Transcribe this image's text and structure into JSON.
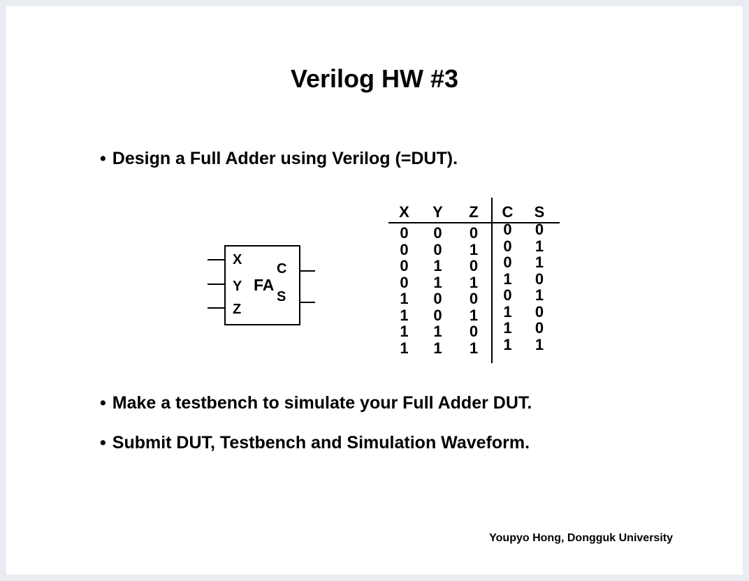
{
  "title": "Verilog HW #3",
  "bullet_marker": "•",
  "bullets": [
    "Design a Full Adder using Verilog (=DUT).",
    "Make a testbench to simulate your Full Adder DUT.",
    "Submit DUT, Testbench and Simulation Waveform."
  ],
  "diagram": {
    "block_label": "FA",
    "input_pins": [
      "X",
      "Y",
      "Z"
    ],
    "output_pins": [
      "C",
      "S"
    ]
  },
  "truth_table": {
    "headers": [
      "X",
      "Y",
      "Z",
      "C",
      "S"
    ],
    "rows": [
      [
        "0",
        "0",
        "0",
        "0",
        "0"
      ],
      [
        "0",
        "0",
        "1",
        "0",
        "1"
      ],
      [
        "0",
        "1",
        "0",
        "0",
        "1"
      ],
      [
        "0",
        "1",
        "1",
        "1",
        "0"
      ],
      [
        "1",
        "0",
        "0",
        "0",
        "1"
      ],
      [
        "1",
        "0",
        "1",
        "1",
        "0"
      ],
      [
        "1",
        "1",
        "0",
        "1",
        "0"
      ],
      [
        "1",
        "1",
        "1",
        "1",
        "1"
      ]
    ]
  },
  "footer": "Youpyo Hong, Dongguk University",
  "colors": {
    "page_background": "#ffffff",
    "canvas_background": "#e9ecf0",
    "text": "#000000"
  }
}
